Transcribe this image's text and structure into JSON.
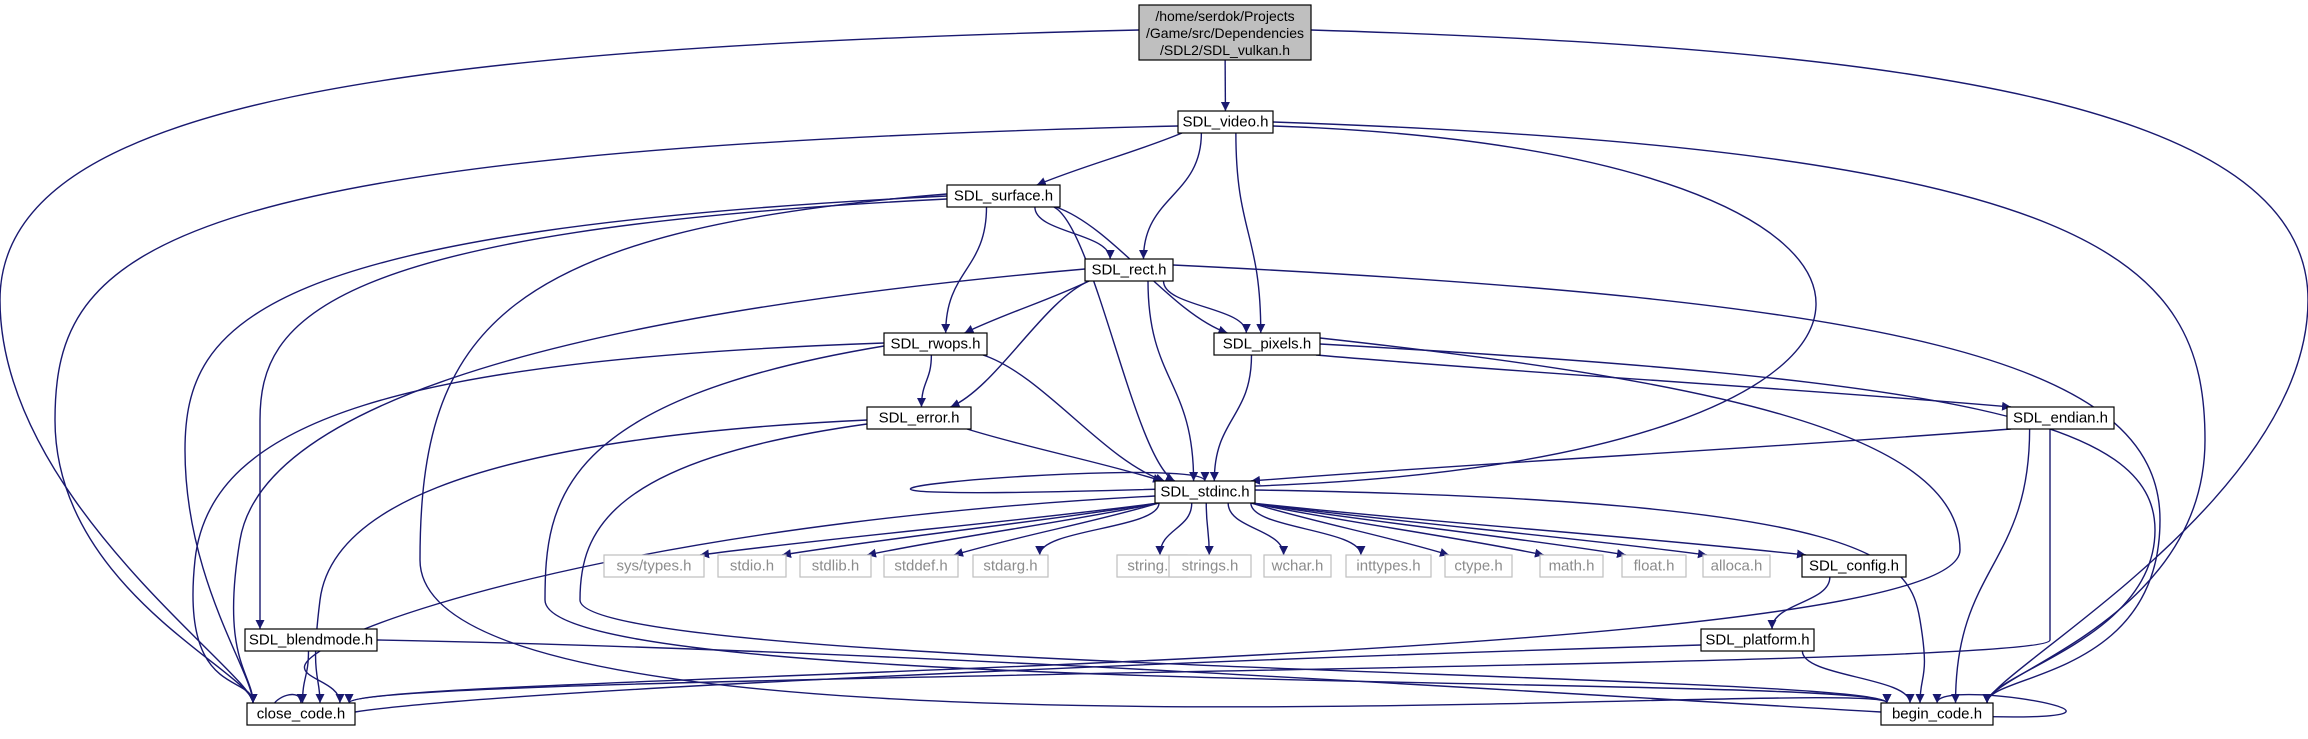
{
  "colors": {
    "edge": "#191970",
    "root_fill": "#bfbfbf",
    "node_fill": "#ffffff",
    "node_border": "#000000",
    "external_border": "#bfbfbf",
    "external_text": "#8c8c8c"
  },
  "nodes": [
    {
      "id": "root",
      "lines": [
        "/home/serdok/Projects",
        "/Game/src/Dependencies",
        "/SDL2/SDL_vulkan.h"
      ],
      "kind": "root"
    },
    {
      "id": "video",
      "lines": [
        "SDL_video.h"
      ],
      "kind": "local"
    },
    {
      "id": "surface",
      "lines": [
        "SDL_surface.h"
      ],
      "kind": "local"
    },
    {
      "id": "rect",
      "lines": [
        "SDL_rect.h"
      ],
      "kind": "local"
    },
    {
      "id": "rwops",
      "lines": [
        "SDL_rwops.h"
      ],
      "kind": "local"
    },
    {
      "id": "pixels",
      "lines": [
        "SDL_pixels.h"
      ],
      "kind": "local"
    },
    {
      "id": "error",
      "lines": [
        "SDL_error.h"
      ],
      "kind": "local"
    },
    {
      "id": "endian",
      "lines": [
        "SDL_endian.h"
      ],
      "kind": "local"
    },
    {
      "id": "stdinc",
      "lines": [
        "SDL_stdinc.h"
      ],
      "kind": "local"
    },
    {
      "id": "systypes",
      "lines": [
        "sys/types.h"
      ],
      "kind": "external"
    },
    {
      "id": "stdio",
      "lines": [
        "stdio.h"
      ],
      "kind": "external"
    },
    {
      "id": "stdlib",
      "lines": [
        "stdlib.h"
      ],
      "kind": "external"
    },
    {
      "id": "stddef",
      "lines": [
        "stddef.h"
      ],
      "kind": "external"
    },
    {
      "id": "stdarg",
      "lines": [
        "stdarg.h"
      ],
      "kind": "external"
    },
    {
      "id": "string",
      "lines": [
        "string.h"
      ],
      "kind": "external"
    },
    {
      "id": "strings",
      "lines": [
        "strings.h"
      ],
      "kind": "external"
    },
    {
      "id": "wchar",
      "lines": [
        "wchar.h"
      ],
      "kind": "external"
    },
    {
      "id": "inttypes",
      "lines": [
        "inttypes.h"
      ],
      "kind": "external"
    },
    {
      "id": "ctype",
      "lines": [
        "ctype.h"
      ],
      "kind": "external"
    },
    {
      "id": "math",
      "lines": [
        "math.h"
      ],
      "kind": "external"
    },
    {
      "id": "float",
      "lines": [
        "float.h"
      ],
      "kind": "external"
    },
    {
      "id": "alloca",
      "lines": [
        "alloca.h"
      ],
      "kind": "external"
    },
    {
      "id": "config",
      "lines": [
        "SDL_config.h"
      ],
      "kind": "local"
    },
    {
      "id": "platform",
      "lines": [
        "SDL_platform.h"
      ],
      "kind": "local"
    },
    {
      "id": "blendmode",
      "lines": [
        "SDL_blendmode.h"
      ],
      "kind": "local"
    },
    {
      "id": "close",
      "lines": [
        "close_code.h"
      ],
      "kind": "local"
    },
    {
      "id": "begin",
      "lines": [
        "begin_code.h"
      ],
      "kind": "local"
    }
  ],
  "edges": [
    {
      "from": "root",
      "to": "video"
    },
    {
      "from": "root",
      "to": "close"
    },
    {
      "from": "root",
      "to": "begin"
    },
    {
      "from": "video",
      "to": "surface"
    },
    {
      "from": "video",
      "to": "rect"
    },
    {
      "from": "video",
      "to": "pixels"
    },
    {
      "from": "video",
      "to": "stdinc"
    },
    {
      "from": "video",
      "to": "close"
    },
    {
      "from": "video",
      "to": "begin"
    },
    {
      "from": "surface",
      "to": "rect"
    },
    {
      "from": "surface",
      "to": "rwops"
    },
    {
      "from": "surface",
      "to": "pixels"
    },
    {
      "from": "surface",
      "to": "stdinc"
    },
    {
      "from": "surface",
      "to": "blendmode"
    },
    {
      "from": "surface",
      "to": "close"
    },
    {
      "from": "surface",
      "to": "begin"
    },
    {
      "from": "rect",
      "to": "rwops"
    },
    {
      "from": "rect",
      "to": "pixels"
    },
    {
      "from": "rect",
      "to": "error"
    },
    {
      "from": "rect",
      "to": "stdinc"
    },
    {
      "from": "rect",
      "to": "close"
    },
    {
      "from": "rect",
      "to": "begin"
    },
    {
      "from": "rwops",
      "to": "error"
    },
    {
      "from": "rwops",
      "to": "stdinc"
    },
    {
      "from": "rwops",
      "to": "close"
    },
    {
      "from": "rwops",
      "to": "begin"
    },
    {
      "from": "pixels",
      "to": "stdinc"
    },
    {
      "from": "pixels",
      "to": "endian"
    },
    {
      "from": "pixels",
      "to": "close"
    },
    {
      "from": "pixels",
      "to": "begin"
    },
    {
      "from": "error",
      "to": "stdinc"
    },
    {
      "from": "error",
      "to": "close"
    },
    {
      "from": "error",
      "to": "begin"
    },
    {
      "from": "endian",
      "to": "stdinc"
    },
    {
      "from": "endian",
      "to": "close"
    },
    {
      "from": "endian",
      "to": "begin"
    },
    {
      "from": "stdinc",
      "to": "systypes"
    },
    {
      "from": "stdinc",
      "to": "stdio"
    },
    {
      "from": "stdinc",
      "to": "stdlib"
    },
    {
      "from": "stdinc",
      "to": "stddef"
    },
    {
      "from": "stdinc",
      "to": "stdarg"
    },
    {
      "from": "stdinc",
      "to": "string"
    },
    {
      "from": "stdinc",
      "to": "strings"
    },
    {
      "from": "stdinc",
      "to": "wchar"
    },
    {
      "from": "stdinc",
      "to": "inttypes"
    },
    {
      "from": "stdinc",
      "to": "ctype"
    },
    {
      "from": "stdinc",
      "to": "math"
    },
    {
      "from": "stdinc",
      "to": "float"
    },
    {
      "from": "stdinc",
      "to": "alloca"
    },
    {
      "from": "stdinc",
      "to": "config"
    },
    {
      "from": "stdinc",
      "to": "close"
    },
    {
      "from": "stdinc",
      "to": "begin"
    },
    {
      "from": "config",
      "to": "platform"
    },
    {
      "from": "platform",
      "to": "close"
    },
    {
      "from": "platform",
      "to": "begin"
    },
    {
      "from": "blendmode",
      "to": "close"
    },
    {
      "from": "blendmode",
      "to": "begin"
    }
  ]
}
